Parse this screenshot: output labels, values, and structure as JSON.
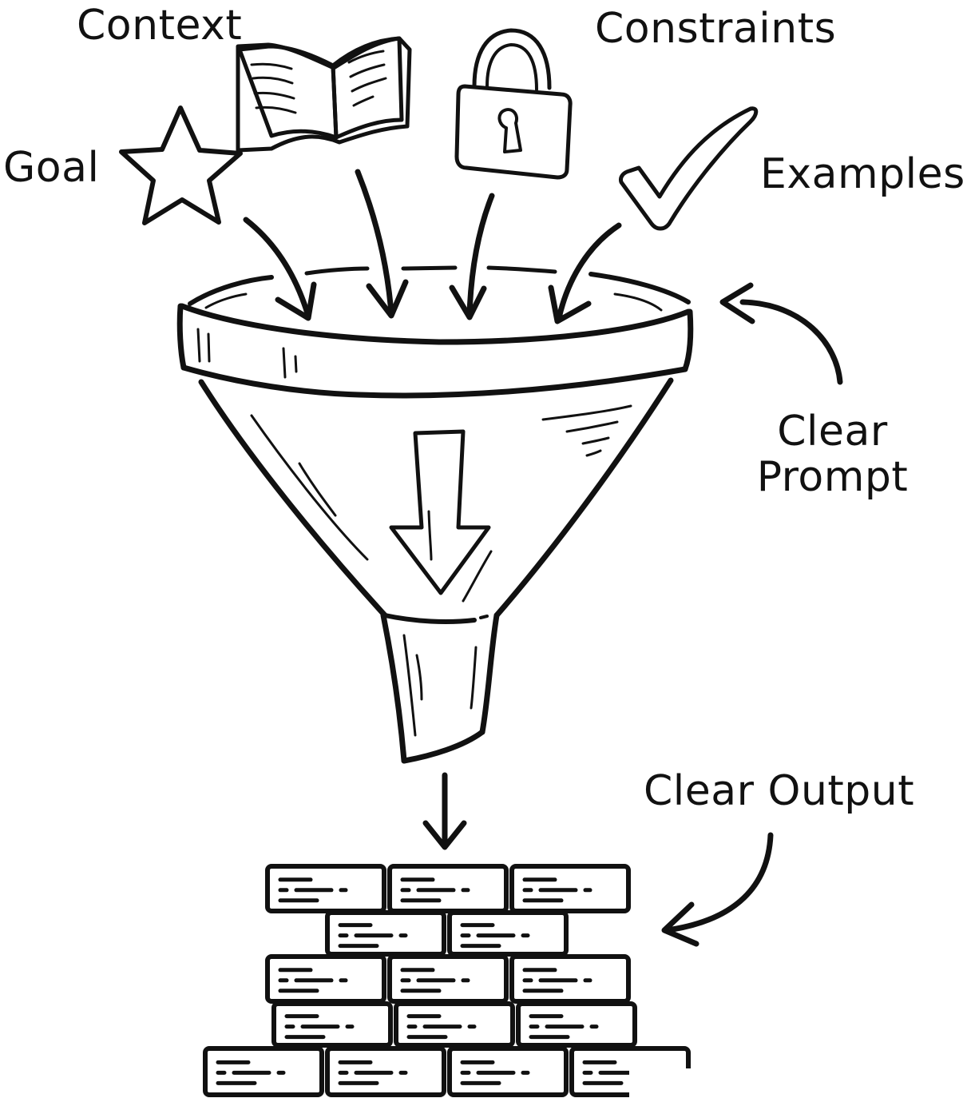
{
  "diagram": {
    "title": "Prompt funnel: inputs become a clear prompt and clear output",
    "ink_color": "#111111",
    "background_color": "#ffffff",
    "inputs": [
      {
        "id": "goal",
        "label": "Goal",
        "icon": "star-icon"
      },
      {
        "id": "context",
        "label": "Context",
        "icon": "open-book-icon"
      },
      {
        "id": "constraints",
        "label": "Constraints",
        "icon": "padlock-icon"
      },
      {
        "id": "examples",
        "label": "Examples",
        "icon": "checkmark-icon"
      }
    ],
    "funnel": {
      "label": "Clear\nPrompt",
      "icon": "funnel-icon"
    },
    "output": {
      "label": "Clear Output",
      "icon": "brick-wall-icon",
      "rows": [
        3,
        2,
        3,
        3,
        4
      ]
    }
  }
}
